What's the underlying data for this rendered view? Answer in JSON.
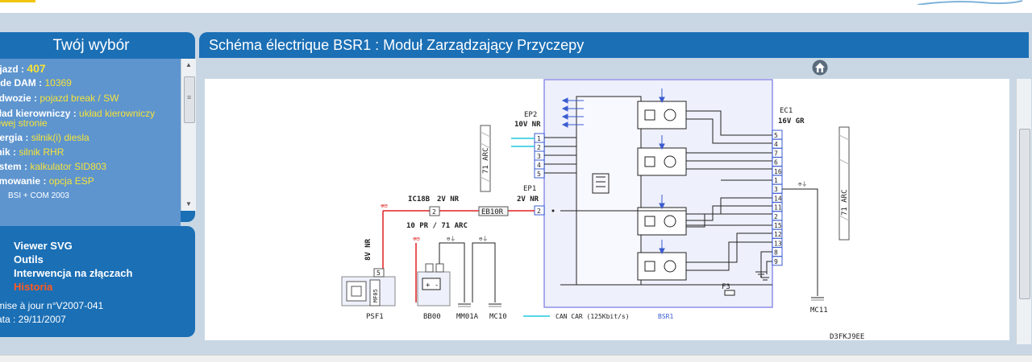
{
  "sidebar": {
    "title": "Twój wybór",
    "rows": [
      {
        "label": "ojazd :",
        "value": "407"
      },
      {
        "label": "° de DAM :",
        "value": "10369"
      },
      {
        "label": "adwozie :",
        "value": "pojazd break / SW"
      },
      {
        "label": "kład kierowniczy :",
        "value": "układ kierowniczy"
      },
      {
        "label": "",
        "value": "lewej stronie"
      },
      {
        "label": "nergia :",
        "value": "silnik(i) diesla"
      },
      {
        "label": "lnik :",
        "value": "silnik RHR"
      },
      {
        "label": "ystem :",
        "value": "kalkulator SID803"
      },
      {
        "label": "amowanie :",
        "value": "opcja ESP"
      }
    ],
    "extra": "BSI + COM 2003"
  },
  "menu": {
    "items": [
      "Viewer SVG",
      "Outils",
      "Interwencja na złączach",
      "Historia"
    ],
    "info1": "mise à jour n°V2007-041",
    "info2": "ata : 29/11/2007"
  },
  "main": {
    "title": "Schéma électrique BSR1 : Moduł Zarządzający Przyczepy",
    "home_icon": "home-icon"
  },
  "diagram": {
    "ep2": "EP2",
    "ep2_wire": "10V NR",
    "ep1": "EP1",
    "ep1_wire": "2V NR",
    "ic": "IC18B",
    "ic_wire": "2V NR",
    "eb": "EB10R",
    "left_wire": "10 PR / 71 ARC",
    "arc_label": "71 ARC",
    "vert_left": "8V NR",
    "mf": "MF05",
    "ec1": "EC1",
    "ec1_wire": "16V GR",
    "f3": "F3",
    "psf1": "PSF1",
    "bb00": "BB00",
    "mm01a": "MM01A",
    "mc10": "MC10",
    "mc11": "MC11",
    "can_label": "CAN CAR (125Kbit/s)",
    "bsr1": "BSR1",
    "ref": "D3FKJ9EE",
    "ep2_pins": [
      "1",
      "2",
      "3",
      "4",
      "5"
    ],
    "ep1_pin": "2",
    "ec1_pins": [
      "5",
      "4",
      "7",
      "6",
      "16",
      "1",
      "3",
      "14",
      "11",
      "2",
      "15",
      "12",
      "13",
      "8",
      "9"
    ],
    "ic_pin": "2",
    "mf_pin": "5",
    "gnd": "⊖⏚",
    "plus": "⊕⊟",
    "colors": {
      "red": "#e02020",
      "cyan": "#21c7e0",
      "blue": "#3a5bd0",
      "purple": "#8f8fe8",
      "dark": "#222222"
    }
  }
}
